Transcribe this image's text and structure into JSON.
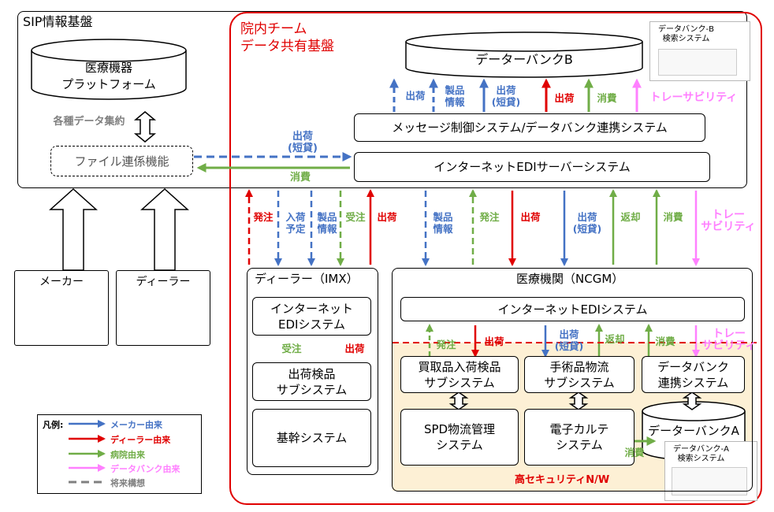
{
  "sip": {
    "title": "SIP情報基盤",
    "db_label": "医療機器\nプラットフォーム",
    "aggregate_label": "各種データ集約",
    "file_link": "ファイル連係機能"
  },
  "team": {
    "title": "院内チーム\nデータ共有基盤",
    "db_label": "データーバンクB",
    "message_system": "メッセージ制御システム/データバンク連携システム",
    "edi_server": "インターネットEDIサーバーシステム"
  },
  "search_b": {
    "title": "データバンク-B\n検索システム"
  },
  "search_a": {
    "title": "データバンク-A\n検索システム"
  },
  "maker": "メーカー",
  "dealer": "ディーラー",
  "dealer_imx": {
    "title": "ディーラー（IMX）",
    "edi": "インターネット\nEDIシステム",
    "ship_inspect": "出荷検品\nサブシステム",
    "core": "基幹システム"
  },
  "hospital": {
    "title": "医療機関（NCGM）",
    "edi": "インターネットEDIシステム",
    "purchase": "買取品入荷検品\nサブシステム",
    "surgical": "手術品物流\nサブシステム",
    "db_link": "データバンク\n連携システム",
    "spd": "SPD物流管理\nシステム",
    "karte": "電子カルテ\nシステム",
    "db_a": "データーバンクA",
    "secure_label": "高セキュリティN/W"
  },
  "labels": {
    "top_ship": "出荷",
    "top_product": "製品\n情報",
    "top_ship_short": "出荷\n(短貸)",
    "top_ship_red": "出荷",
    "top_consume": "消費",
    "top_trace": "トレーサビリティ",
    "mid_ship_short": "出荷\n(短貸)",
    "mid_consume": "消費",
    "order_red": "発注",
    "planned": "入荷\n予定",
    "product_info": "製品\n情報",
    "order_green": "受注",
    "ship_red": "出荷",
    "product_info2": "製品\n情報",
    "order_green2": "発注",
    "ship_red2": "出荷",
    "ship_short2": "出荷\n(短貸)",
    "return1": "返却",
    "consume1": "消費",
    "trace1": "トレー\nサビリティ",
    "imx_order": "受注",
    "imx_ship": "出荷",
    "h_order": "発注",
    "h_ship": "出荷",
    "h_ship_short": "出荷\n(短貸)",
    "h_return": "返却",
    "h_consume": "消費",
    "h_trace": "トレー\nサビリティ",
    "karte_consume": "消費"
  },
  "legend": {
    "title": "凡例:",
    "maker": "メーカー由来",
    "dealer": "ディーラー由来",
    "hospital": "病院由来",
    "databank": "データバンク由来",
    "future": "将来構想"
  },
  "colors": {
    "blue": "#4472c4",
    "red": "#e00000",
    "green": "#70ad47",
    "pink": "#ff80ff",
    "gray": "#808080",
    "beige": "#fdf0d5"
  }
}
